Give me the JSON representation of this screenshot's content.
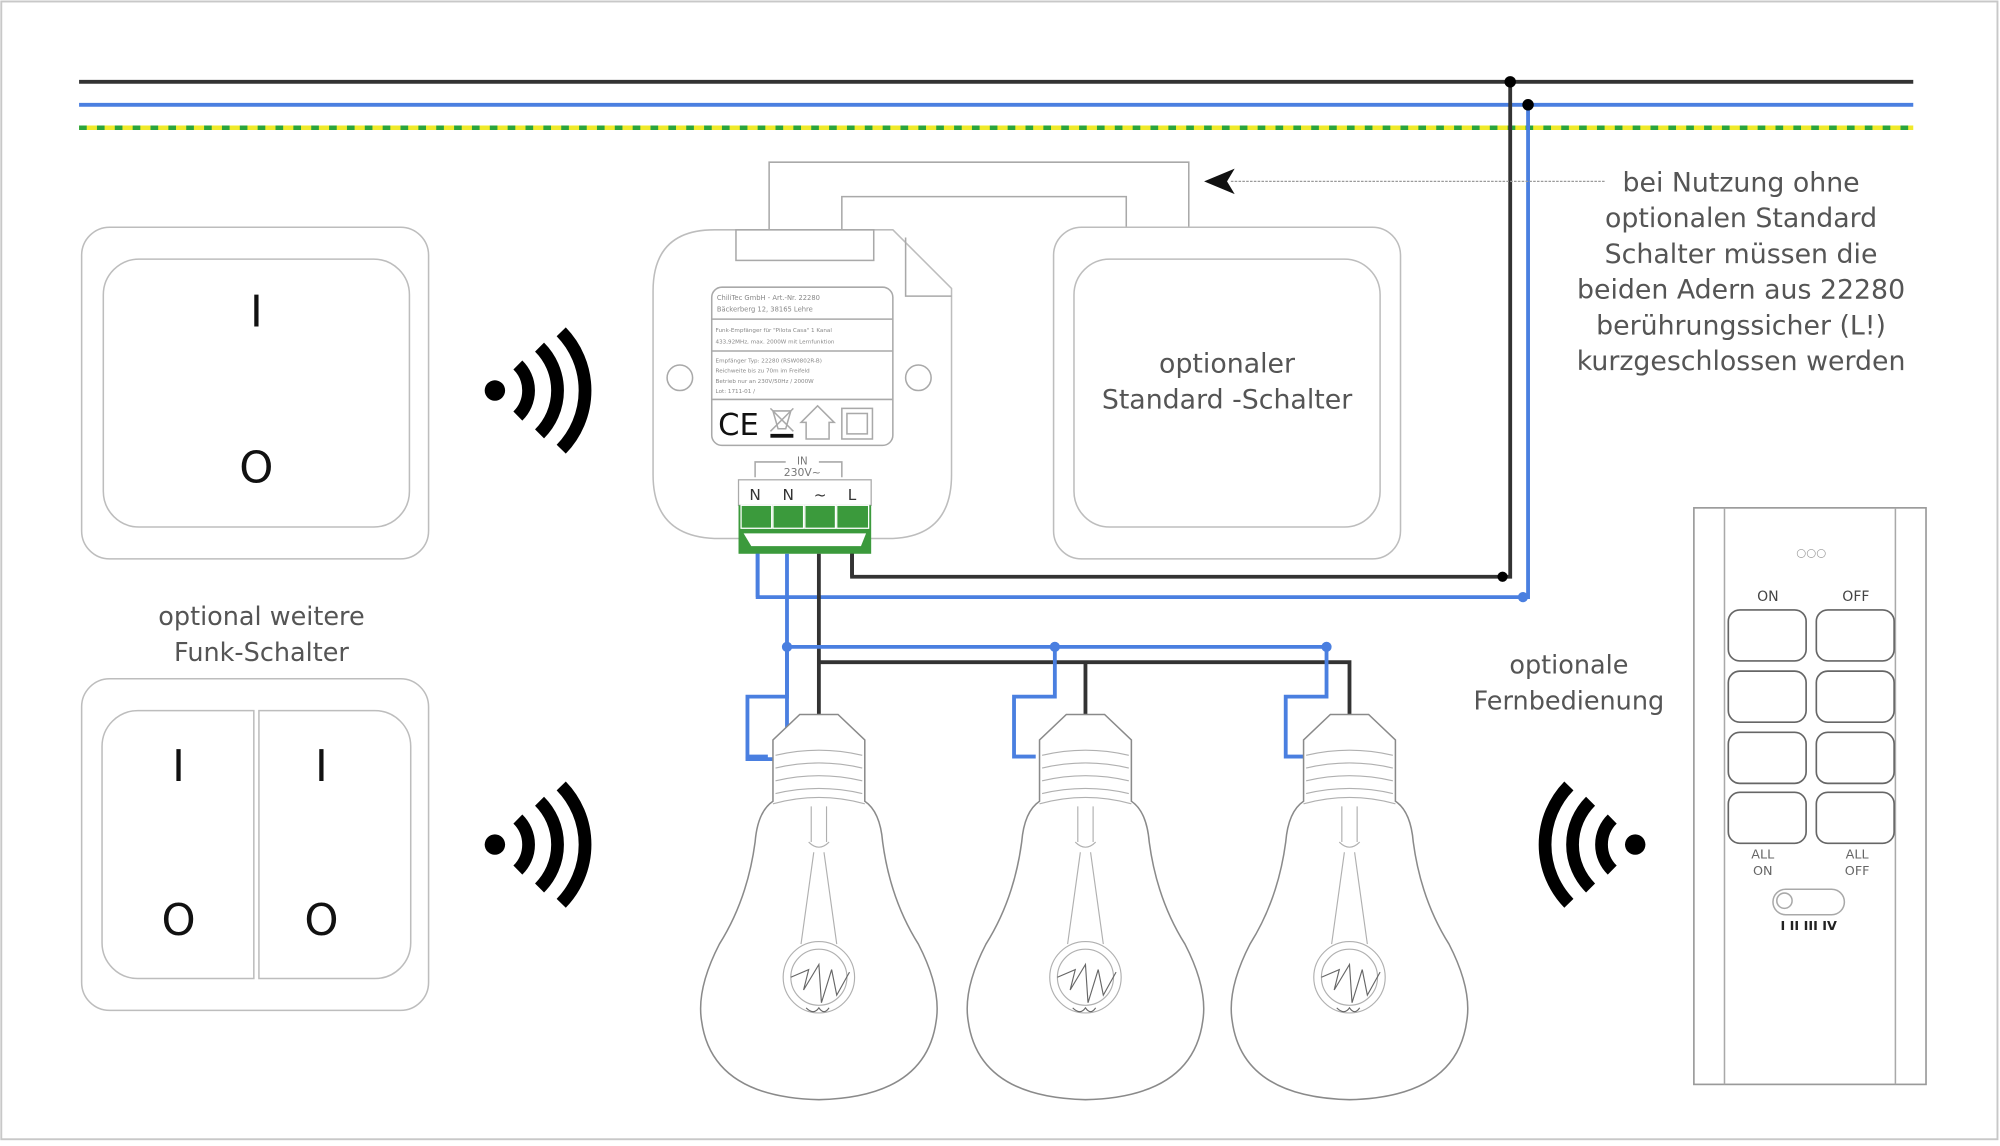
{
  "diagram": {
    "title_hidden": "",
    "colors": {
      "phase_wire": "#333333",
      "neutral_wire": "#4a7fe0",
      "earth_wire_yellow": "#f0ea2a",
      "earth_wire_green": "#2aa43c",
      "terminal_green": "#3b9a3c"
    },
    "switch_single": {
      "on_symbol": "I",
      "off_symbol": "O"
    },
    "switch_double": {
      "caption_line1": "optional weitere",
      "caption_line2": "Funk-Schalter",
      "left_on": "I",
      "left_off": "O",
      "right_on": "I",
      "right_off": "O"
    },
    "receiver": {
      "label_line1": "ChiliTec GmbH - Art.-Nr. 22280",
      "label_line2": "Bäckerberg 12, 38165 Lehre",
      "label_line3": "Funk-Empfänger für \"Pilota Casa\" 1 Kanal",
      "label_line4": "433,92MHz, max. 2000W mit Lernfunktion",
      "label_line5": "Empfänger Typ: 22280 (RSW0802R-B)",
      "label_line6": "Reichweite bis zu 70m im Freifeld",
      "label_line7": "Betrieb nur an 230V/50Hz / 2000W",
      "label_line8": "Lot: 1711-01 /",
      "ce_mark": "CE",
      "input_label": "IN",
      "input_voltage": "230V~",
      "terminals": [
        "N",
        "N",
        "~",
        "L"
      ]
    },
    "standard_switch": {
      "line1": "optionaler",
      "line2": "Standard -Schalter"
    },
    "note": {
      "lines": [
        "bei Nutzung ohne",
        "optionalen Standard",
        "Schalter müssen die",
        "beiden Adern aus 22280",
        "berührungssicher (L!)",
        "kurzgeschlossen werden"
      ]
    },
    "remote_caption": {
      "line1": "optionale",
      "line2": "Fernbedienung"
    },
    "remote": {
      "leds": "○○○",
      "col_on": "ON",
      "col_off": "OFF",
      "all_on_line1": "ALL",
      "all_on_line2": "ON",
      "all_off_line1": "ALL",
      "all_off_line2": "OFF",
      "channel_selector": "I II III IV",
      "button_rows": 4
    },
    "bulbs_count": 3
  }
}
